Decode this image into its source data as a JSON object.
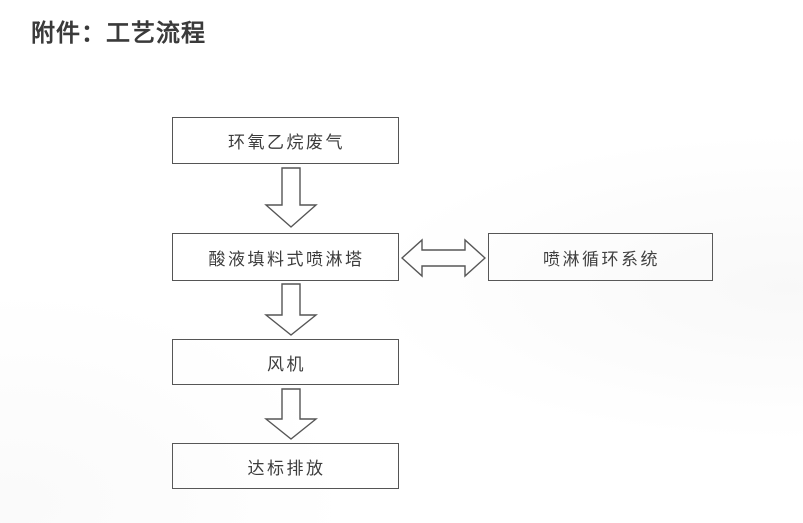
{
  "document": {
    "title": "附件：工艺流程",
    "background_color": "#ffffff",
    "ink_color": "#3c3c3c",
    "line_color": "#555555"
  },
  "diagram_data": {
    "type": "flowchart",
    "orientation": "top-to-bottom",
    "nodes": [
      {
        "id": "source",
        "label": "环氧乙烷废气",
        "shape": "rectangle",
        "column": "main"
      },
      {
        "id": "scrubber",
        "label": "酸液填料式喷淋塔",
        "shape": "rectangle",
        "column": "main"
      },
      {
        "id": "recirc",
        "label": "喷淋循环系统",
        "shape": "rectangle",
        "column": "side"
      },
      {
        "id": "fan",
        "label": "风机",
        "shape": "rectangle",
        "column": "main"
      },
      {
        "id": "emission",
        "label": "达标排放",
        "shape": "rectangle",
        "column": "main"
      }
    ],
    "edges": [
      {
        "from": "source",
        "to": "scrubber",
        "style": "block-arrow",
        "direction": "down",
        "heads": 1
      },
      {
        "from": "scrubber",
        "to": "fan",
        "style": "block-arrow",
        "direction": "down",
        "heads": 1
      },
      {
        "from": "fan",
        "to": "emission",
        "style": "block-arrow",
        "direction": "down",
        "heads": 1
      },
      {
        "from": "scrubber",
        "to": "recirc",
        "style": "block-arrow",
        "direction": "both",
        "heads": 2
      }
    ]
  },
  "nodes": {
    "source": {
      "label": "环氧乙烷废气"
    },
    "scrubber": {
      "label": "酸液填料式喷淋塔"
    },
    "recirc": {
      "label": "喷淋循环系统"
    },
    "fan": {
      "label": "风机"
    },
    "emission": {
      "label": "达标排放"
    }
  }
}
